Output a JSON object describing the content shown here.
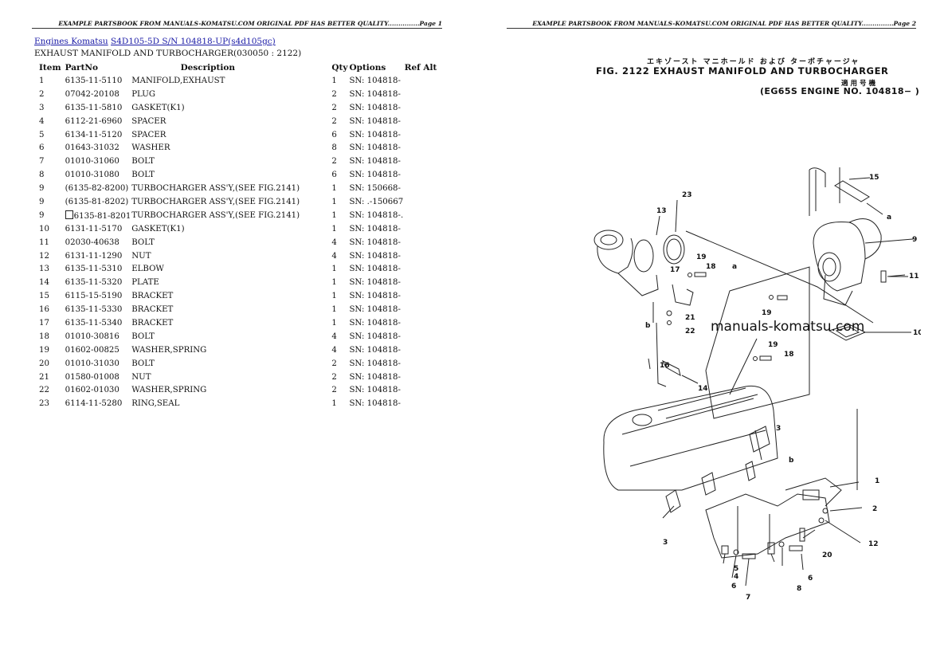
{
  "page_left": {
    "header": "EXAMPLE PARTSBOOK FROM MANUALS-KOMATSU.COM ORIGINAL PDF HAS BETTER QUALITY...............Page 1",
    "breadcrumb": {
      "link1": "Engines Komatsu",
      "link2": "S4D105-5D S/N 104818-UP(s4d105gc)"
    },
    "subtitle": "EXHAUST MANIFOLD AND TURBOCHARGER(030050 : 2122)",
    "columns": [
      "Item",
      "PartNo",
      "Description",
      "Qty",
      "Options",
      "Ref Alt"
    ],
    "rows": [
      {
        "item": "1",
        "part": "6135-11-5110",
        "desc": "MANIFOLD,EXHAUST",
        "qty": "1",
        "opt": "SN: 104818-",
        "ref": ""
      },
      {
        "item": "2",
        "part": "07042-20108",
        "desc": "PLUG",
        "qty": "2",
        "opt": "SN: 104818-",
        "ref": ""
      },
      {
        "item": "3",
        "part": "6135-11-5810",
        "desc": "GASKET(K1)",
        "qty": "2",
        "opt": "SN: 104818-",
        "ref": ""
      },
      {
        "item": "4",
        "part": "6112-21-6960",
        "desc": "SPACER",
        "qty": "2",
        "opt": "SN: 104818-",
        "ref": ""
      },
      {
        "item": "5",
        "part": "6134-11-5120",
        "desc": "SPACER",
        "qty": "6",
        "opt": "SN: 104818-",
        "ref": ""
      },
      {
        "item": "6",
        "part": "01643-31032",
        "desc": "WASHER",
        "qty": "8",
        "opt": "SN: 104818-",
        "ref": ""
      },
      {
        "item": "7",
        "part": "01010-31060",
        "desc": "BOLT",
        "qty": "2",
        "opt": "SN: 104818-",
        "ref": ""
      },
      {
        "item": "8",
        "part": "01010-31080",
        "desc": "BOLT",
        "qty": "6",
        "opt": "SN: 104818-",
        "ref": ""
      },
      {
        "item": "9",
        "part": "(6135-82-8200)",
        "desc": "TURBOCHARGER ASS'Y,(SEE FIG.2141)",
        "qty": "1",
        "opt": "SN: 150668-",
        "ref": ""
      },
      {
        "item": "9",
        "part": "(6135-81-8202)",
        "desc": "TURBOCHARGER ASS'Y,(SEE FIG.2141)",
        "qty": "1",
        "opt": "SN: .-150667",
        "ref": ""
      },
      {
        "item": "9",
        "part": "6135-81-8201",
        "desc": "TURBOCHARGER ASS'Y,(SEE FIG.2141)",
        "qty": "1",
        "opt": "SN: 104818-.",
        "ref": "",
        "checkbox": true
      },
      {
        "item": "10",
        "part": "6131-11-5170",
        "desc": "GASKET(K1)",
        "qty": "1",
        "opt": "SN: 104818-",
        "ref": ""
      },
      {
        "item": "11",
        "part": "02030-40638",
        "desc": "BOLT",
        "qty": "4",
        "opt": "SN: 104818-",
        "ref": ""
      },
      {
        "item": "12",
        "part": "6131-11-1290",
        "desc": "NUT",
        "qty": "4",
        "opt": "SN: 104818-",
        "ref": ""
      },
      {
        "item": "13",
        "part": "6135-11-5310",
        "desc": "ELBOW",
        "qty": "1",
        "opt": "SN: 104818-",
        "ref": ""
      },
      {
        "item": "14",
        "part": "6135-11-5320",
        "desc": "PLATE",
        "qty": "1",
        "opt": "SN: 104818-",
        "ref": ""
      },
      {
        "item": "15",
        "part": "6115-15-5190",
        "desc": "BRACKET",
        "qty": "1",
        "opt": "SN: 104818-",
        "ref": ""
      },
      {
        "item": "16",
        "part": "6135-11-5330",
        "desc": "BRACKET",
        "qty": "1",
        "opt": "SN: 104818-",
        "ref": ""
      },
      {
        "item": "17",
        "part": "6135-11-5340",
        "desc": "BRACKET",
        "qty": "1",
        "opt": "SN: 104818-",
        "ref": ""
      },
      {
        "item": "18",
        "part": "01010-30816",
        "desc": "BOLT",
        "qty": "4",
        "opt": "SN: 104818-",
        "ref": ""
      },
      {
        "item": "19",
        "part": "01602-00825",
        "desc": "WASHER,SPRING",
        "qty": "4",
        "opt": "SN: 104818-",
        "ref": ""
      },
      {
        "item": "20",
        "part": "01010-31030",
        "desc": "BOLT",
        "qty": "2",
        "opt": "SN: 104818-",
        "ref": ""
      },
      {
        "item": "21",
        "part": "01580-01008",
        "desc": "NUT",
        "qty": "2",
        "opt": "SN: 104818-",
        "ref": ""
      },
      {
        "item": "22",
        "part": "01602-01030",
        "desc": "WASHER,SPRING",
        "qty": "2",
        "opt": "SN: 104818-",
        "ref": ""
      },
      {
        "item": "23",
        "part": "6114-11-5280",
        "desc": "RING,SEAL",
        "qty": "1",
        "opt": "SN: 104818-",
        "ref": ""
      }
    ]
  },
  "page_right": {
    "header": "EXAMPLE PARTSBOOK FROM MANUALS-KOMATSU.COM ORIGINAL PDF HAS BETTER QUALITY...............Page 2",
    "figure": {
      "title_jp": "エキゾースト マニホールド および ターボチャージャ",
      "title": "FIG. 2122  EXHAUST MANIFOLD AND TURBOCHARGER",
      "applicability_jp": "適用号機",
      "applicability": "(EG65S ENGINE NO. 104818− )",
      "watermark": "manuals-komatsu.com",
      "callouts": [
        "1",
        "2",
        "3",
        "3",
        "4",
        "5",
        "6",
        "6",
        "7",
        "8",
        "9",
        "10",
        "11",
        "12",
        "13",
        "14",
        "15",
        "16",
        "17",
        "18",
        "18",
        "18",
        "19",
        "19",
        "19",
        "20",
        "21",
        "22",
        "23",
        "a",
        "a",
        "b",
        "b"
      ]
    }
  },
  "colors": {
    "link": "#1a1aa6",
    "text": "#111111",
    "background": "#ffffff"
  }
}
